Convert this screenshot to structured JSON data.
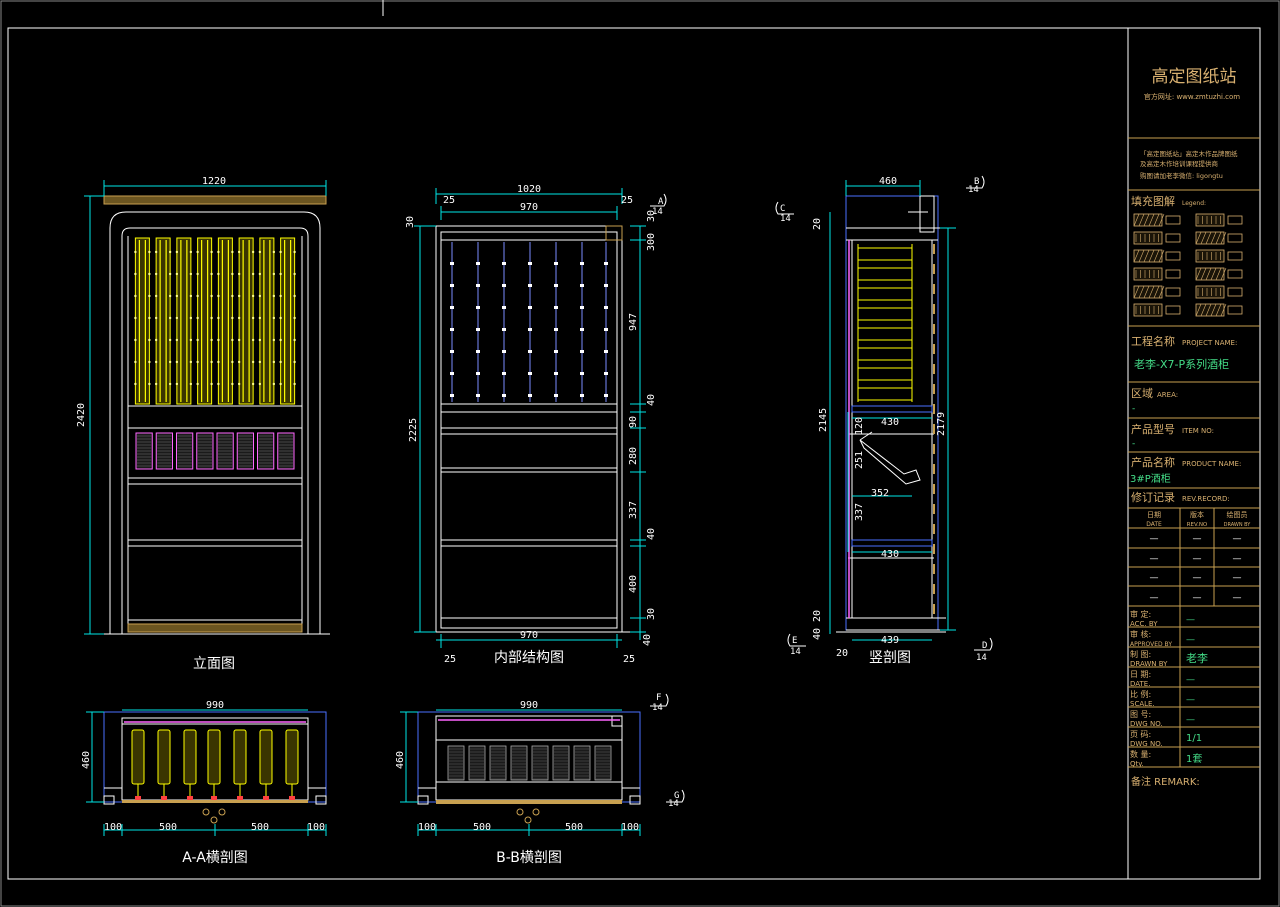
{
  "colors": {
    "background": "#000000",
    "line": "#ffffff",
    "dimension": "#00e6e6",
    "accent": "#ffff00",
    "gold": "#c8a050",
    "magenta": "#ff66ff",
    "blue": "#4a70ff",
    "green": "#44dd88",
    "tan": "#d8b070"
  },
  "views": {
    "elevation": {
      "title": "立面图",
      "dims": {
        "width": "1220",
        "height": "2420"
      }
    },
    "internal": {
      "title": "内部结构图",
      "dims": {
        "overall_width": "1020",
        "left_side": "25",
        "right_side": "25",
        "inner_width": "970",
        "bottom_width": "970",
        "bottom_left": "25",
        "bottom_right": "25",
        "height": "2225",
        "top_offset": "30",
        "top_right": "30",
        "r300": "300",
        "r947": "947",
        "r40a": "40",
        "r90": "90",
        "r280": "280",
        "r337": "337",
        "r40b": "40",
        "r400": "400",
        "r30": "30",
        "r40c": "40",
        "marker": "A",
        "marker_sheet": "14"
      }
    },
    "section": {
      "title": "竖剖图",
      "dims": {
        "top_width": "460",
        "d430a": "430",
        "d430b": "430",
        "d352": "352",
        "d439": "439",
        "h2145": "2145",
        "h2179": "2179",
        "d120": "120",
        "d251": "251",
        "d337": "337",
        "d20a": "20",
        "d20b": "20",
        "d20c": "20",
        "d40": "40"
      },
      "markers": [
        {
          "letter": "B",
          "sheet": "14"
        },
        {
          "letter": "C",
          "sheet": "14"
        },
        {
          "letter": "E",
          "sheet": "14"
        },
        {
          "letter": "D",
          "sheet": "14"
        }
      ]
    },
    "aa": {
      "title": "A-A横剖图",
      "dims": {
        "top": "990",
        "depth": "460",
        "b1": "100",
        "b2": "500",
        "b3": "500",
        "b4": "100"
      }
    },
    "bb": {
      "title": "B-B横剖图",
      "dims": {
        "top": "990",
        "depth": "460",
        "b1": "100",
        "b2": "500",
        "b3": "500",
        "b4": "100"
      },
      "markers": [
        {
          "letter": "F",
          "sheet": "14"
        },
        {
          "letter": "G",
          "sheet": "14"
        }
      ]
    }
  },
  "title_block": {
    "brand": "高定图纸站",
    "website": "官方网址: www.zmtuzhi.com",
    "notice_line1": "「高定图纸站」高定木作品牌图纸",
    "notice_line2": "及高定木作培训课程提供商",
    "notice_line3": "购图请加老李微信: ligongtu",
    "legend_title": "填充图解",
    "legend_en": "Legend:",
    "project_label": "工程名称",
    "project_en": "PROJECT NAME:",
    "project_value": "老李-X7-P系列酒柜",
    "area_label": "区域",
    "area_en": "AREA:",
    "area_value": "-",
    "item_label": "产品型号",
    "item_en": "ITEM NO:",
    "item_value": "-",
    "product_label": "产品名称",
    "product_en": "PRODUCT NAME:",
    "product_value": "3#P酒柜",
    "rev_label": "修订记录",
    "rev_en": "REV.RECORD:",
    "rev_headers": [
      {
        "cn": "日期",
        "en": "DATE"
      },
      {
        "cn": "版本",
        "en": "REV.NO"
      },
      {
        "cn": "绘图员",
        "en": "DRAWN BY"
      }
    ],
    "rev_rows": [
      [
        "—",
        "—",
        "—"
      ],
      [
        "—",
        "—",
        "—"
      ],
      [
        "—",
        "—",
        "—"
      ],
      [
        "—",
        "—",
        "—"
      ]
    ],
    "fields": [
      {
        "cn": "审    定:",
        "en": "ACC. BY",
        "value": "—"
      },
      {
        "cn": "审    核:",
        "en": "APPROVED BY",
        "value": "—"
      },
      {
        "cn": "制    图:",
        "en": "DRAWN BY",
        "value": "老李"
      },
      {
        "cn": "日    期:",
        "en": "DATE.",
        "value": "—"
      },
      {
        "cn": "比    例:",
        "en": "SCALE.",
        "value": "—"
      },
      {
        "cn": "图    号:",
        "en": "DWG NO.",
        "value": "—"
      },
      {
        "cn": "页    码:",
        "en": "DWG NO.",
        "value": "1/1"
      },
      {
        "cn": "数    量:",
        "en": "Qty.",
        "value": "1套"
      }
    ],
    "remark_label": "备注 REMARK:"
  }
}
